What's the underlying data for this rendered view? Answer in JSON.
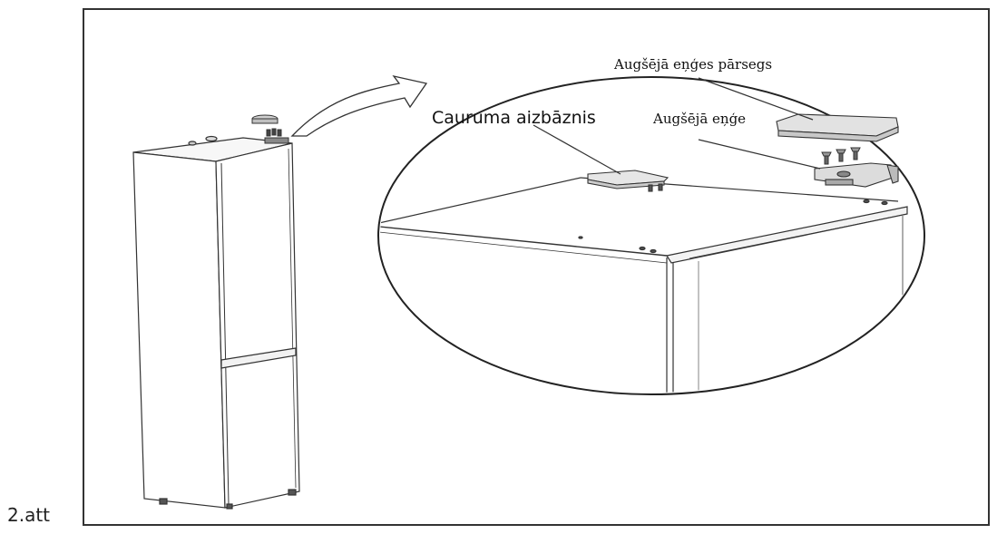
{
  "figure": {
    "caption": "2.att"
  },
  "labels": {
    "hole_plug": "Cauruma aizbāznis",
    "top_hinge_cover": "Augšējā eņģes pārsegs",
    "top_hinge": "Augšējā eņģe"
  }
}
